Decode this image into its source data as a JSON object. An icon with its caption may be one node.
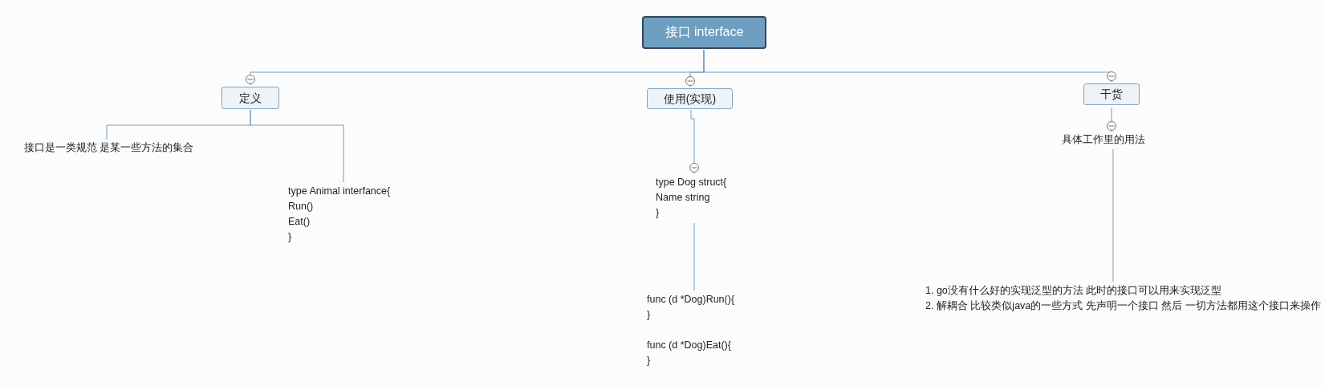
{
  "diagram": {
    "nodes": [
      {
        "text": [
          "接口 interface"
        ]
      },
      {
        "text": [
          "定义"
        ]
      },
      {
        "text": [
          "使用(实现)"
        ]
      },
      {
        "text": [
          "干货"
        ]
      },
      {
        "text": [
          "接口是一类规范 是某一些方法的集合"
        ]
      },
      {
        "text": [
          "type Animal interfance{",
          "Run()",
          "Eat()",
          "}"
        ]
      },
      {
        "text": [
          "type Dog struct{",
          "Name string",
          "}"
        ]
      },
      {
        "text": [
          "func (d *Dog)Run(){",
          "}",
          "func (d *Dog)Eat(){",
          "}"
        ]
      },
      {
        "text": [
          "具体工作里的用法"
        ]
      },
      {
        "text": [
          "1. go没有什么好的实现泛型的方法 此时的接口可以用来实现泛型",
          "2. 解耦合 比较类似java的一些方式 先声明一个接口 然后 一切方法都用这个接口来操作"
        ]
      }
    ],
    "edges": [
      {
        "from": 0,
        "to": 1,
        "arrow": "none"
      },
      {
        "from": 0,
        "to": 2,
        "arrow": "none"
      },
      {
        "from": 0,
        "to": 3,
        "arrow": "none"
      },
      {
        "from": 1,
        "to": 4,
        "arrow": "none"
      },
      {
        "from": 1,
        "to": 5,
        "arrow": "none"
      },
      {
        "from": 2,
        "to": 6,
        "arrow": "none"
      },
      {
        "from": 6,
        "to": 7,
        "arrow": "none"
      },
      {
        "from": 3,
        "to": 8,
        "arrow": "none"
      },
      {
        "from": 8,
        "to": 9,
        "arrow": "none"
      }
    ]
  }
}
